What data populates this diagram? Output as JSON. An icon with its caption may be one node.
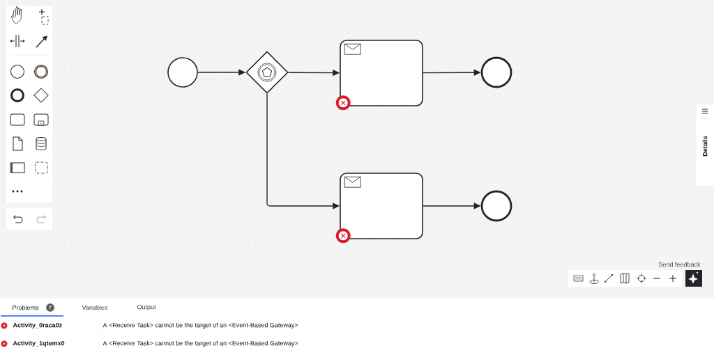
{
  "diagram": {
    "nodes": [
      {
        "text": [],
        "shape": "circle"
      },
      {
        "text": [],
        "shape": "diamond"
      },
      {
        "text": [],
        "shape": "box"
      },
      {
        "text": [],
        "shape": "circle"
      },
      {
        "text": [],
        "shape": "box"
      },
      {
        "text": [],
        "shape": "circle"
      }
    ],
    "edges": [
      {
        "from": 0,
        "to": 1,
        "arrow": "to"
      },
      {
        "from": 1,
        "to": 2,
        "arrow": "to"
      },
      {
        "from": 2,
        "to": 3,
        "arrow": "to"
      },
      {
        "from": 1,
        "to": 4,
        "arrow": "to"
      },
      {
        "from": 4,
        "to": 5,
        "arrow": "to"
      }
    ],
    "labels": [
      "Details",
      "Send feedback",
      "Problems",
      "7",
      "Variables",
      "Output",
      "Activity_0raca0z",
      "A <Receive Task> cannot be the target of an <Event-Based Gateway>",
      "Activity_1qtemx0",
      "A <Receive Task> cannot be the target of an <Event-Based Gateway>"
    ]
  }
}
